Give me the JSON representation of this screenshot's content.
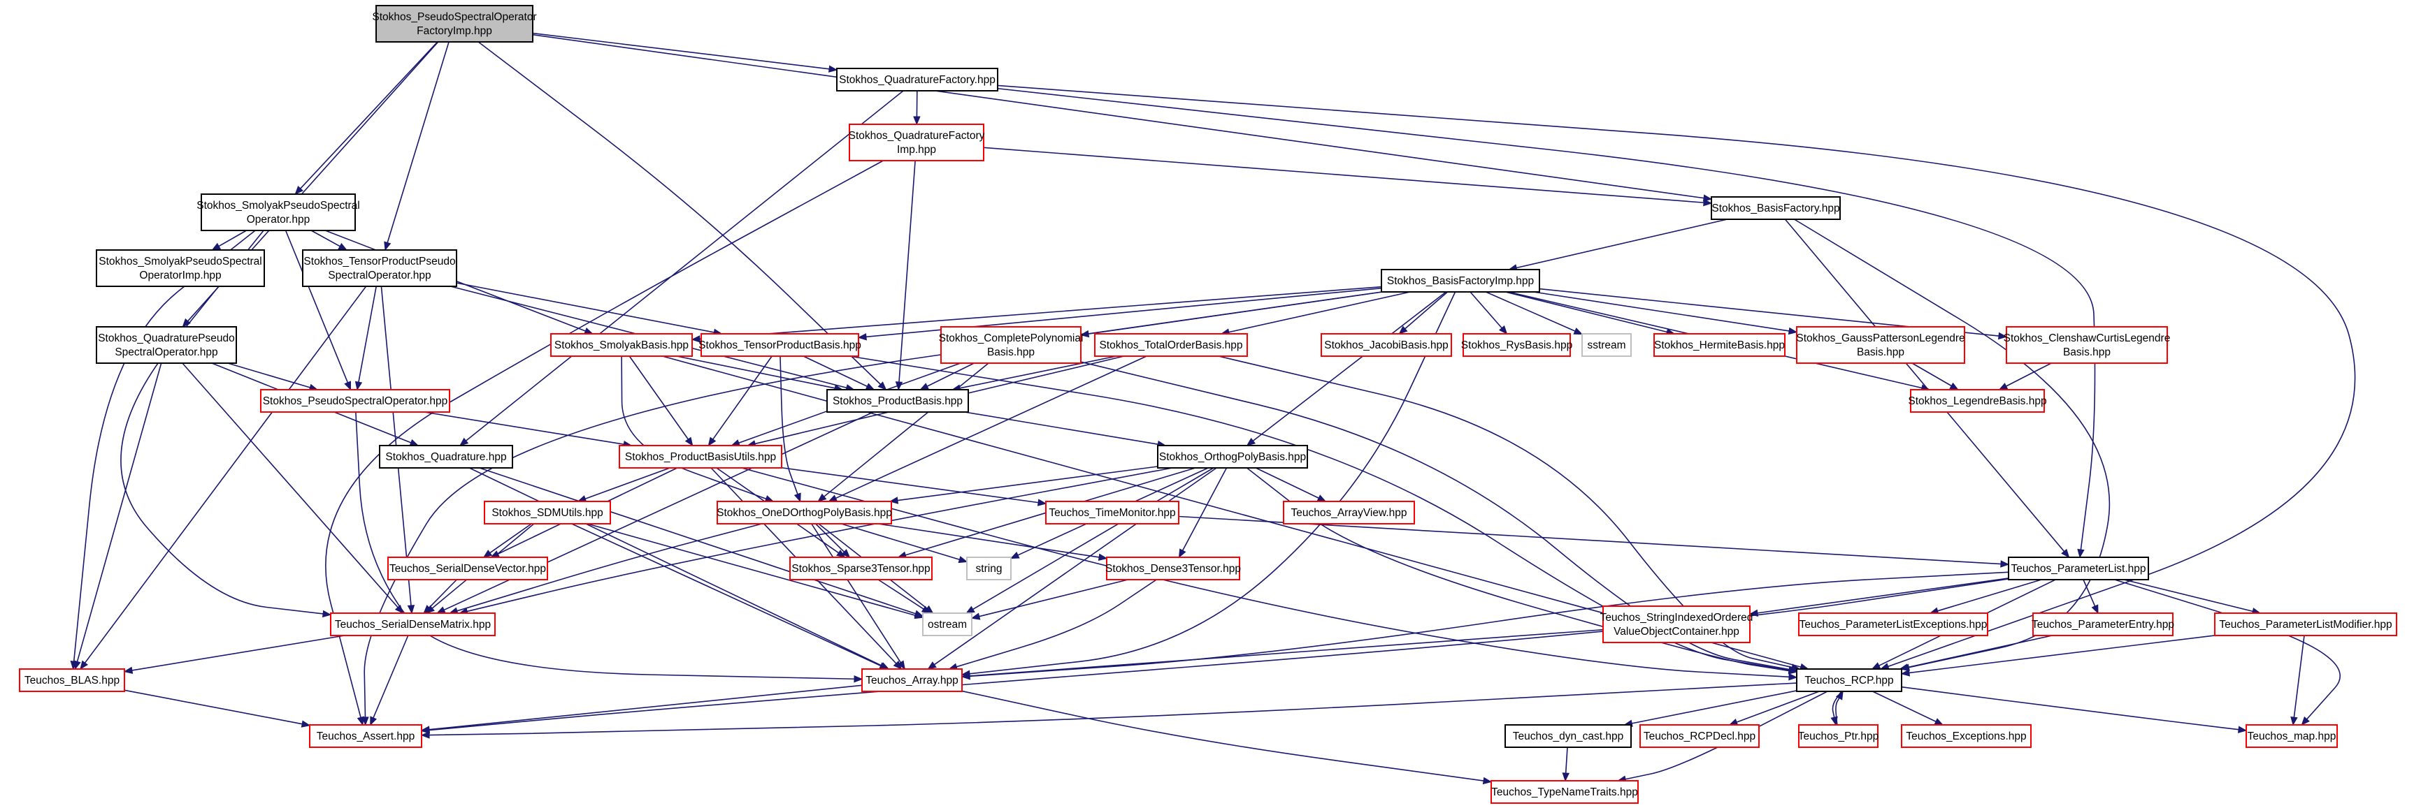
{
  "colors": {
    "root_fill": "#bfbfbf",
    "root_border": "#000000",
    "documented_border": "#000000",
    "undocumented_border": "#ff0000",
    "external_border": "#bfbfbf",
    "edge": "#191970"
  },
  "nodes": [
    {
      "id": "root",
      "lines": [
        "Stokhos_PseudoSpectralOperator",
        "FactoryImp.hpp"
      ],
      "kind": "root"
    },
    {
      "id": "quadfactory",
      "lines": [
        "Stokhos_QuadratureFactory.hpp"
      ],
      "kind": "documented"
    },
    {
      "id": "quadfactoryimp",
      "lines": [
        "Stokhos_QuadratureFactory",
        "Imp.hpp"
      ],
      "kind": "undocumented"
    },
    {
      "id": "smolyakpso",
      "lines": [
        "Stokhos_SmolyakPseudoSpectral",
        "Operator.hpp"
      ],
      "kind": "documented"
    },
    {
      "id": "smolyakpsoimp",
      "lines": [
        "Stokhos_SmolyakPseudoSpectral",
        "OperatorImp.hpp"
      ],
      "kind": "documented"
    },
    {
      "id": "tensorpso",
      "lines": [
        "Stokhos_TensorProductPseudo",
        "SpectralOperator.hpp"
      ],
      "kind": "documented"
    },
    {
      "id": "quadpso",
      "lines": [
        "Stokhos_QuadraturePseudo",
        "SpectralOperator.hpp"
      ],
      "kind": "documented"
    },
    {
      "id": "basisfactory",
      "lines": [
        "Stokhos_BasisFactory.hpp"
      ],
      "kind": "documented"
    },
    {
      "id": "basisfactoryimp",
      "lines": [
        "Stokhos_BasisFactoryImp.hpp"
      ],
      "kind": "documented"
    },
    {
      "id": "smolyakbasis",
      "lines": [
        "Stokhos_SmolyakBasis.hpp"
      ],
      "kind": "undocumented"
    },
    {
      "id": "tensorbasis",
      "lines": [
        "Stokhos_TensorProductBasis.hpp"
      ],
      "kind": "undocumented"
    },
    {
      "id": "completepoly",
      "lines": [
        "Stokhos_CompletePolynomial",
        "Basis.hpp"
      ],
      "kind": "undocumented"
    },
    {
      "id": "totalorder",
      "lines": [
        "Stokhos_TotalOrderBasis.hpp"
      ],
      "kind": "undocumented"
    },
    {
      "id": "jacobi",
      "lines": [
        "Stokhos_JacobiBasis.hpp"
      ],
      "kind": "undocumented"
    },
    {
      "id": "rys",
      "lines": [
        "Stokhos_RysBasis.hpp"
      ],
      "kind": "undocumented"
    },
    {
      "id": "sstream",
      "lines": [
        "sstream"
      ],
      "kind": "external"
    },
    {
      "id": "hermite",
      "lines": [
        "Stokhos_HermiteBasis.hpp"
      ],
      "kind": "undocumented"
    },
    {
      "id": "gausspatterson",
      "lines": [
        "Stokhos_GaussPattersonLegendre",
        "Basis.hpp"
      ],
      "kind": "undocumented"
    },
    {
      "id": "clenshaw",
      "lines": [
        "Stokhos_ClenshawCurtisLegendre",
        "Basis.hpp"
      ],
      "kind": "undocumented"
    },
    {
      "id": "legendre",
      "lines": [
        "Stokhos_LegendreBasis.hpp"
      ],
      "kind": "undocumented"
    },
    {
      "id": "pso",
      "lines": [
        "Stokhos_PseudoSpectralOperator.hpp"
      ],
      "kind": "undocumented"
    },
    {
      "id": "productbasis",
      "lines": [
        "Stokhos_ProductBasis.hpp"
      ],
      "kind": "documented"
    },
    {
      "id": "quadrature",
      "lines": [
        "Stokhos_Quadrature.hpp"
      ],
      "kind": "documented"
    },
    {
      "id": "productbasisutils",
      "lines": [
        "Stokhos_ProductBasisUtils.hpp"
      ],
      "kind": "undocumented"
    },
    {
      "id": "orthopoly",
      "lines": [
        "Stokhos_OrthogPolyBasis.hpp"
      ],
      "kind": "documented"
    },
    {
      "id": "sdmutils",
      "lines": [
        "Stokhos_SDMUtils.hpp"
      ],
      "kind": "undocumented"
    },
    {
      "id": "oned",
      "lines": [
        "Stokhos_OneDOrthogPolyBasis.hpp"
      ],
      "kind": "undocumented"
    },
    {
      "id": "timemonitor",
      "lines": [
        "Teuchos_TimeMonitor.hpp"
      ],
      "kind": "undocumented"
    },
    {
      "id": "arrayview",
      "lines": [
        "Teuchos_ArrayView.hpp"
      ],
      "kind": "undocumented"
    },
    {
      "id": "serialdensevector",
      "lines": [
        "Teuchos_SerialDenseVector.hpp"
      ],
      "kind": "undocumented"
    },
    {
      "id": "sparse3",
      "lines": [
        "Stokhos_Sparse3Tensor.hpp"
      ],
      "kind": "undocumented"
    },
    {
      "id": "string",
      "lines": [
        "string"
      ],
      "kind": "external"
    },
    {
      "id": "dense3",
      "lines": [
        "Stokhos_Dense3Tensor.hpp"
      ],
      "kind": "undocumented"
    },
    {
      "id": "parameterlist",
      "lines": [
        "Teuchos_ParameterList.hpp"
      ],
      "kind": "documented"
    },
    {
      "id": "serialdensematrix",
      "lines": [
        "Teuchos_SerialDenseMatrix.hpp"
      ],
      "kind": "undocumented"
    },
    {
      "id": "ostream",
      "lines": [
        "ostream"
      ],
      "kind": "external"
    },
    {
      "id": "stringindexed",
      "lines": [
        "Teuchos_StringIndexedOrdered",
        "ValueObjectContainer.hpp"
      ],
      "kind": "undocumented"
    },
    {
      "id": "plexceptions",
      "lines": [
        "Teuchos_ParameterListExceptions.hpp"
      ],
      "kind": "undocumented"
    },
    {
      "id": "parameterentry",
      "lines": [
        "Teuchos_ParameterEntry.hpp"
      ],
      "kind": "undocumented"
    },
    {
      "id": "plmodifier",
      "lines": [
        "Teuchos_ParameterListModifier.hpp"
      ],
      "kind": "undocumented"
    },
    {
      "id": "blas",
      "lines": [
        "Teuchos_BLAS.hpp"
      ],
      "kind": "undocumented"
    },
    {
      "id": "array",
      "lines": [
        "Teuchos_Array.hpp"
      ],
      "kind": "undocumented"
    },
    {
      "id": "rcp",
      "lines": [
        "Teuchos_RCP.hpp"
      ],
      "kind": "documented"
    },
    {
      "id": "assert",
      "lines": [
        "Teuchos_Assert.hpp"
      ],
      "kind": "undocumented"
    },
    {
      "id": "dyncast",
      "lines": [
        "Teuchos_dyn_cast.hpp"
      ],
      "kind": "documented"
    },
    {
      "id": "rcpdecl",
      "lines": [
        "Teuchos_RCPDecl.hpp"
      ],
      "kind": "undocumented"
    },
    {
      "id": "ptr",
      "lines": [
        "Teuchos_Ptr.hpp"
      ],
      "kind": "undocumented"
    },
    {
      "id": "exceptions",
      "lines": [
        "Teuchos_Exceptions.hpp"
      ],
      "kind": "undocumented"
    },
    {
      "id": "map",
      "lines": [
        "Teuchos_map.hpp"
      ],
      "kind": "undocumented"
    },
    {
      "id": "typenametraits",
      "lines": [
        "Teuchos_TypeNameTraits.hpp"
      ],
      "kind": "undocumented"
    }
  ],
  "edges": [
    [
      "root",
      "quadfactory"
    ],
    [
      "root",
      "smolyakpso"
    ],
    [
      "root",
      "tensorpso"
    ],
    [
      "root",
      "quadpso"
    ],
    [
      "root",
      "basisfactory"
    ],
    [
      "root",
      "productbasis"
    ],
    [
      "quadfactory",
      "quadfactoryimp"
    ],
    [
      "quadfactory",
      "quadrature"
    ],
    [
      "quadfactory",
      "parameterlist"
    ],
    [
      "quadfactory",
      "rcp"
    ],
    [
      "quadfactoryimp",
      "basisfactory"
    ],
    [
      "quadfactoryimp",
      "productbasis"
    ],
    [
      "quadfactoryimp",
      "assert"
    ],
    [
      "smolyakpso",
      "smolyakpsoimp"
    ],
    [
      "smolyakpso",
      "tensorpso"
    ],
    [
      "smolyakpso",
      "smolyakbasis"
    ],
    [
      "smolyakpso",
      "pso"
    ],
    [
      "smolyakpso",
      "serialdensematrix"
    ],
    [
      "smolyakpso",
      "blas"
    ],
    [
      "tensorpso",
      "tensorbasis"
    ],
    [
      "tensorpso",
      "pso"
    ],
    [
      "tensorpso",
      "productbasis"
    ],
    [
      "tensorpso",
      "serialdensematrix"
    ],
    [
      "tensorpso",
      "blas"
    ],
    [
      "quadpso",
      "pso"
    ],
    [
      "quadpso",
      "quadrature"
    ],
    [
      "quadpso",
      "serialdensematrix"
    ],
    [
      "quadpso",
      "blas"
    ],
    [
      "basisfactory",
      "basisfactoryimp"
    ],
    [
      "basisfactory",
      "parameterlist"
    ],
    [
      "basisfactory",
      "rcp"
    ],
    [
      "basisfactoryimp",
      "smolyakbasis"
    ],
    [
      "basisfactoryimp",
      "tensorbasis"
    ],
    [
      "basisfactoryimp",
      "completepoly"
    ],
    [
      "basisfactoryimp",
      "totalorder"
    ],
    [
      "basisfactoryimp",
      "jacobi"
    ],
    [
      "basisfactoryimp",
      "rys"
    ],
    [
      "basisfactoryimp",
      "sstream"
    ],
    [
      "basisfactoryimp",
      "hermite"
    ],
    [
      "basisfactoryimp",
      "gausspatterson"
    ],
    [
      "basisfactoryimp",
      "clenshaw"
    ],
    [
      "basisfactoryimp",
      "legendre"
    ],
    [
      "basisfactoryimp",
      "orthopoly"
    ],
    [
      "basisfactoryimp",
      "array"
    ],
    [
      "basisfactoryimp",
      "assert"
    ],
    [
      "smolyakbasis",
      "productbasis"
    ],
    [
      "smolyakbasis",
      "productbasisutils"
    ],
    [
      "smolyakbasis",
      "oned"
    ],
    [
      "smolyakbasis",
      "rcp"
    ],
    [
      "tensorbasis",
      "productbasis"
    ],
    [
      "tensorbasis",
      "productbasisutils"
    ],
    [
      "tensorbasis",
      "oned"
    ],
    [
      "tensorbasis",
      "rcp"
    ],
    [
      "completepoly",
      "productbasis"
    ],
    [
      "completepoly",
      "productbasisutils"
    ],
    [
      "completepoly",
      "oned"
    ],
    [
      "completepoly",
      "rcp"
    ],
    [
      "totalorder",
      "productbasis"
    ],
    [
      "totalorder",
      "productbasisutils"
    ],
    [
      "totalorder",
      "oned"
    ],
    [
      "totalorder",
      "rcp"
    ],
    [
      "gausspatterson",
      "legendre"
    ],
    [
      "clenshaw",
      "legendre"
    ],
    [
      "pso",
      "productbasisutils"
    ],
    [
      "pso",
      "array"
    ],
    [
      "productbasis",
      "orthopoly"
    ],
    [
      "productbasis",
      "serialdensematrix"
    ],
    [
      "quadrature",
      "array"
    ],
    [
      "quadrature",
      "ostream"
    ],
    [
      "productbasisutils",
      "sdmutils"
    ],
    [
      "productbasisutils",
      "sparse3"
    ],
    [
      "productbasisutils",
      "timemonitor"
    ],
    [
      "productbasisutils",
      "serialdensevector"
    ],
    [
      "productbasisutils",
      "array"
    ],
    [
      "productbasisutils",
      "rcp"
    ],
    [
      "orthopoly",
      "oned"
    ],
    [
      "orthopoly",
      "sparse3"
    ],
    [
      "orthopoly",
      "dense3"
    ],
    [
      "orthopoly",
      "arrayview"
    ],
    [
      "orthopoly",
      "string"
    ],
    [
      "orthopoly",
      "ostream"
    ],
    [
      "orthopoly",
      "serialdensematrix"
    ],
    [
      "orthopoly",
      "array"
    ],
    [
      "orthopoly",
      "rcp"
    ],
    [
      "sdmutils",
      "serialdensevector"
    ],
    [
      "sdmutils",
      "serialdensematrix"
    ],
    [
      "sdmutils",
      "ostream"
    ],
    [
      "sdmutils",
      "array"
    ],
    [
      "oned",
      "sparse3"
    ],
    [
      "oned",
      "dense3"
    ],
    [
      "oned",
      "string"
    ],
    [
      "oned",
      "ostream"
    ],
    [
      "oned",
      "serialdensematrix"
    ],
    [
      "oned",
      "array"
    ],
    [
      "timemonitor",
      "parameterlist"
    ],
    [
      "serialdensevector",
      "serialdensematrix"
    ],
    [
      "sparse3",
      "ostream"
    ],
    [
      "dense3",
      "ostream"
    ],
    [
      "dense3",
      "array"
    ],
    [
      "parameterlist",
      "stringindexed"
    ],
    [
      "parameterlist",
      "plexceptions"
    ],
    [
      "parameterlist",
      "parameterentry"
    ],
    [
      "parameterlist",
      "plmodifier"
    ],
    [
      "parameterlist",
      "array"
    ],
    [
      "parameterlist",
      "rcp"
    ],
    [
      "parameterlist",
      "assert"
    ],
    [
      "parameterlist",
      "map"
    ],
    [
      "serialdensematrix",
      "blas"
    ],
    [
      "serialdensematrix",
      "assert"
    ],
    [
      "stringindexed",
      "array"
    ],
    [
      "parameterentry",
      "rcp"
    ],
    [
      "plmodifier",
      "rcp"
    ],
    [
      "plmodifier",
      "map"
    ],
    [
      "blas",
      "assert"
    ],
    [
      "array",
      "assert"
    ],
    [
      "array",
      "typenametraits"
    ],
    [
      "rcp",
      "dyncast"
    ],
    [
      "rcp",
      "rcpdecl"
    ],
    [
      "rcp",
      "ptr"
    ],
    [
      "rcp",
      "exceptions"
    ],
    [
      "rcp",
      "map"
    ],
    [
      "rcp",
      "typenametraits"
    ],
    [
      "rcp",
      "assert"
    ],
    [
      "ptr",
      "rcp"
    ],
    [
      "dyncast",
      "typenametraits"
    ]
  ]
}
